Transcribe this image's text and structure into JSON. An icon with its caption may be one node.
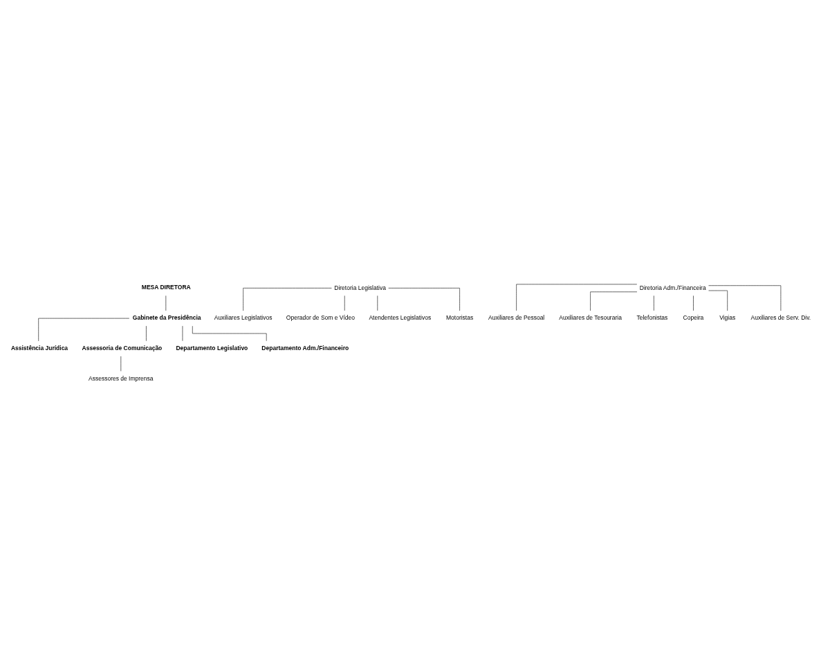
{
  "diagram": {
    "nodes": [
      {
        "text": [
          "MESA DIRETORA"
        ]
      },
      {
        "text": [
          "Gabinete da Presidência"
        ]
      },
      {
        "text": [
          "Assistência Jurídica"
        ]
      },
      {
        "text": [
          "Assessoria de Comunicação"
        ]
      },
      {
        "text": [
          "Assessores de Imprensa"
        ]
      },
      {
        "text": [
          "Departamento Legislativo"
        ]
      },
      {
        "text": [
          "Departamento Adm./Financeiro"
        ]
      },
      {
        "text": [
          "Diretoria Legislativa"
        ]
      },
      {
        "text": [
          "Auxiliares Legislativos"
        ]
      },
      {
        "text": [
          "Operador de Som e Vídeo"
        ]
      },
      {
        "text": [
          "Atendentes Legislativos"
        ]
      },
      {
        "text": [
          "Motoristas"
        ]
      },
      {
        "text": [
          "Diretoria Adm./Financeira"
        ]
      },
      {
        "text": [
          "Auxiliares de Pessoal"
        ]
      },
      {
        "text": [
          "Auxiliares de Tesouraria"
        ]
      },
      {
        "text": [
          "Telefonistas"
        ]
      },
      {
        "text": [
          "Copeira"
        ]
      },
      {
        "text": [
          "Vigias"
        ]
      },
      {
        "text": [
          "Auxiliares de Serv. Div."
        ]
      }
    ],
    "edges": [
      {
        "from": 0,
        "to": 1,
        "arrow": "none"
      },
      {
        "from": 1,
        "to": 2,
        "arrow": "none"
      },
      {
        "from": 1,
        "to": 3,
        "arrow": "none"
      },
      {
        "from": 1,
        "to": 5,
        "arrow": "none"
      },
      {
        "from": 1,
        "to": 6,
        "arrow": "none"
      },
      {
        "from": 3,
        "to": 4,
        "arrow": "none"
      },
      {
        "from": 7,
        "to": 8,
        "arrow": "none"
      },
      {
        "from": 7,
        "to": 9,
        "arrow": "none"
      },
      {
        "from": 7,
        "to": 10,
        "arrow": "none"
      },
      {
        "from": 7,
        "to": 11,
        "arrow": "none"
      },
      {
        "from": 12,
        "to": 13,
        "arrow": "none"
      },
      {
        "from": 12,
        "to": 14,
        "arrow": "none"
      },
      {
        "from": 12,
        "to": 15,
        "arrow": "none"
      },
      {
        "from": 12,
        "to": 16,
        "arrow": "none"
      },
      {
        "from": 12,
        "to": 17,
        "arrow": "none"
      },
      {
        "from": 12,
        "to": 18,
        "arrow": "none"
      }
    ]
  }
}
